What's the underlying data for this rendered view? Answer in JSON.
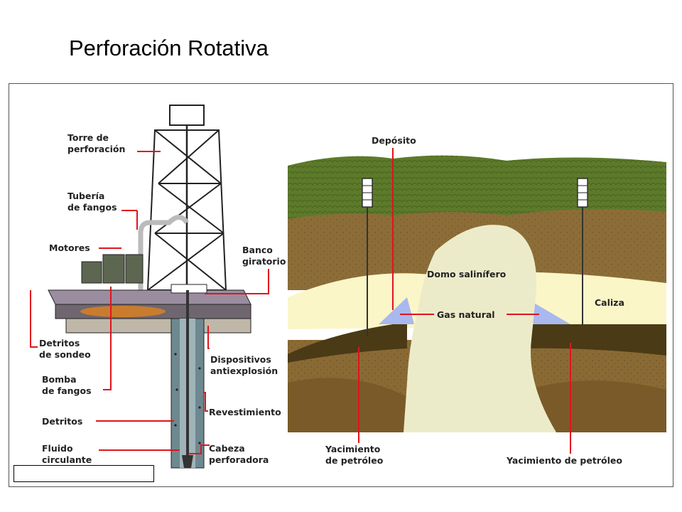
{
  "slide": {
    "title": "Perforación Rotativa"
  },
  "rig_labels": {
    "torre": [
      "Torre de",
      "perforación"
    ],
    "tuberia": [
      "Tubería",
      "de fangos"
    ],
    "motores": "Motores",
    "banco": [
      "Banco",
      "giratorio"
    ],
    "detritos_sondeo": [
      "Detritos",
      "de sondeo"
    ],
    "dispositivos": [
      "Dispositivos",
      "antiexplosión"
    ],
    "bomba": [
      "Bomba",
      "de fangos"
    ],
    "revestimiento": "Revestimiento",
    "detritos": "Detritos",
    "fluido": [
      "Fluido",
      "circulante"
    ],
    "cabeza": [
      "Cabeza",
      "perforadora"
    ]
  },
  "geo_labels": {
    "deposito": "Depósito",
    "domo": "Domo salinífero",
    "gas": "Gas natural",
    "caliza": "Caliza",
    "yac1": [
      "Yacimiento",
      "de petróleo"
    ],
    "yac2": "Yacimiento de petróleo"
  },
  "colors": {
    "leader_line": "#e0141e",
    "gas": "#a9b8ee",
    "salt_dome": "#ecebc9",
    "limestone": "#fbf6c8",
    "grass": "#5d7a2b",
    "soil": "#8a6a34"
  }
}
